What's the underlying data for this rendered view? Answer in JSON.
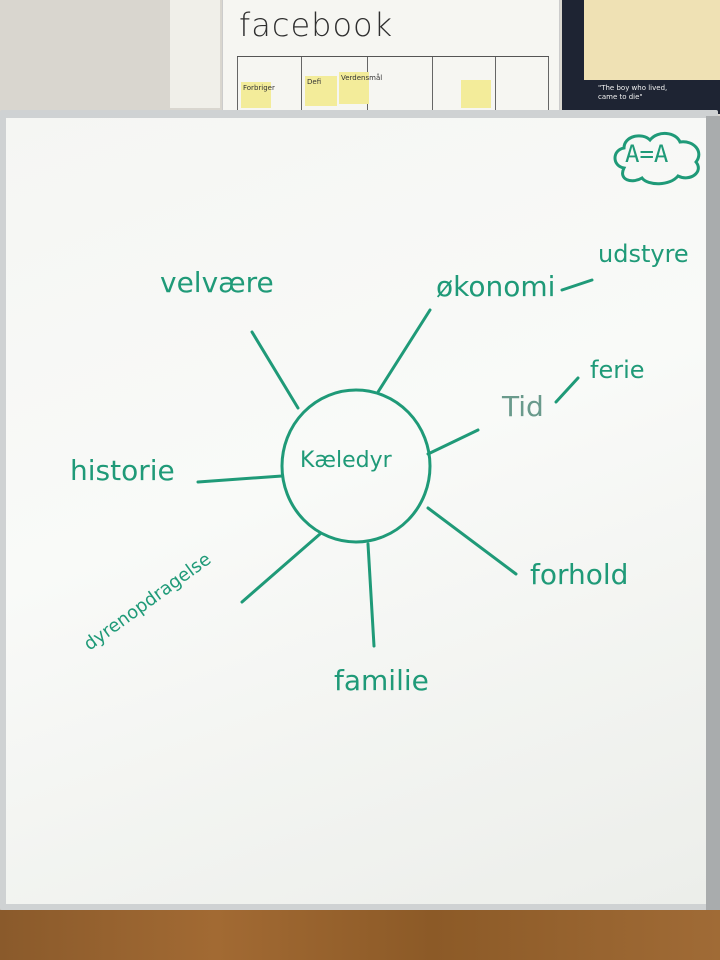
{
  "header_sheet": {
    "title": "facebook",
    "sticky_notes": [
      {
        "text": "Forbriger"
      },
      {
        "text": "Defi"
      },
      {
        "text": "Verdensmål"
      },
      {
        "text": ""
      }
    ]
  },
  "poster": {
    "text": "\"The boy who lived, came to die\""
  },
  "logo_text": "A=A",
  "mindmap": {
    "center": "Kæledyr",
    "branches": [
      {
        "text": "velvære"
      },
      {
        "text": "økonomi"
      },
      {
        "text": "udstyre"
      },
      {
        "text": "Tid"
      },
      {
        "text": "ferie"
      },
      {
        "text": "historie"
      },
      {
        "text": "forhold"
      },
      {
        "text": "dyrenopdragelse"
      },
      {
        "text": "familie"
      }
    ]
  },
  "colors": {
    "marker": "#1f9a78",
    "board": "#f5f6f3"
  }
}
